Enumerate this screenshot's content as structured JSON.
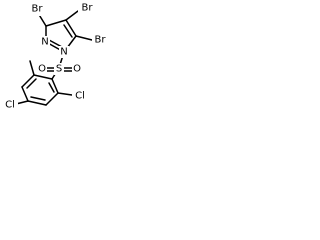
{
  "diagram": {
    "type": "chemical-structure",
    "atom_labels": {
      "br_top_left": "Br",
      "br_top_right": "Br",
      "br_right": "Br",
      "n1": "N",
      "n2": "N",
      "s": "S",
      "o_left": "O",
      "o_right": "O",
      "cl_left": "Cl",
      "cl_right": "Cl"
    }
  }
}
